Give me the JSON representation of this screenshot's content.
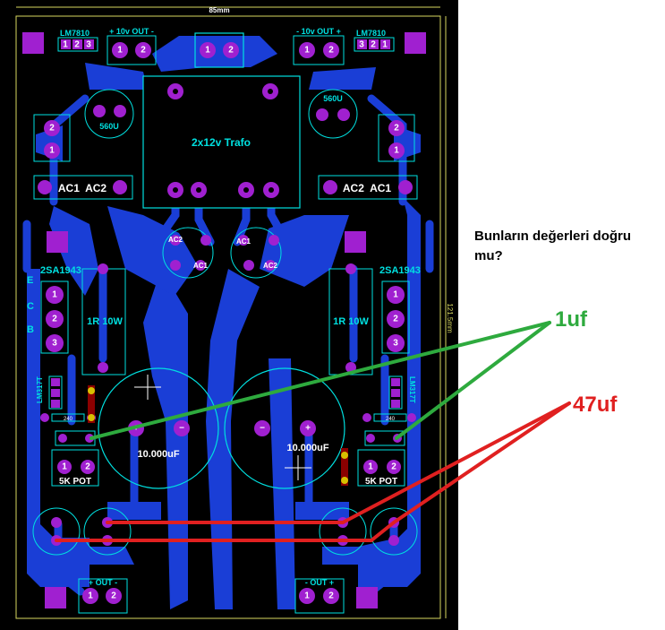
{
  "board": {
    "dim_top": "85mm",
    "dim_side": "121.5mm",
    "trafo_label": "2x12v Trafo",
    "reg_left": "LM7810",
    "reg_right": "LM7810",
    "out_top_left": "+ 10v OUT -",
    "out_top_right": "- 10v OUT +",
    "cap_small_left": "560U",
    "cap_small_right": "560U",
    "ac_left": "AC1  AC2",
    "ac_right": "AC2  AC1",
    "bridge_left_a": "AC2",
    "bridge_left_b": "AC1",
    "bridge_right_a": "AC1",
    "bridge_right_b": "AC2",
    "transistor_left": "2SA1943",
    "transistor_right": "2SA1943",
    "pin_e": "E",
    "pin_c": "C",
    "pin_b": "B",
    "resistor_left": "1R 10W",
    "resistor_right": "1R 10W",
    "big_cap_left": "10.000uF",
    "big_cap_right": "10.000uF",
    "lm317_left": "LM317T",
    "lm317_right": "LM317T",
    "pot_left": "5K POT",
    "pot_right": "5K POT",
    "out_bottom_left": "+ OUT -",
    "out_bottom_right": "- OUT +",
    "small_res_left": "240",
    "small_res_right": "240"
  },
  "annotation": {
    "question_line1": "Bunların değerleri doğru",
    "question_line2": "mu?",
    "value_green": "1uf",
    "value_red": "47uf"
  },
  "colors": {
    "board_bg": "#000000",
    "trace": "#1a3ed6",
    "pad": "#a020d0",
    "silk_outline": "#00e0e0",
    "green_arrow": "#2eaa3e",
    "red_arrow": "#e02020"
  }
}
